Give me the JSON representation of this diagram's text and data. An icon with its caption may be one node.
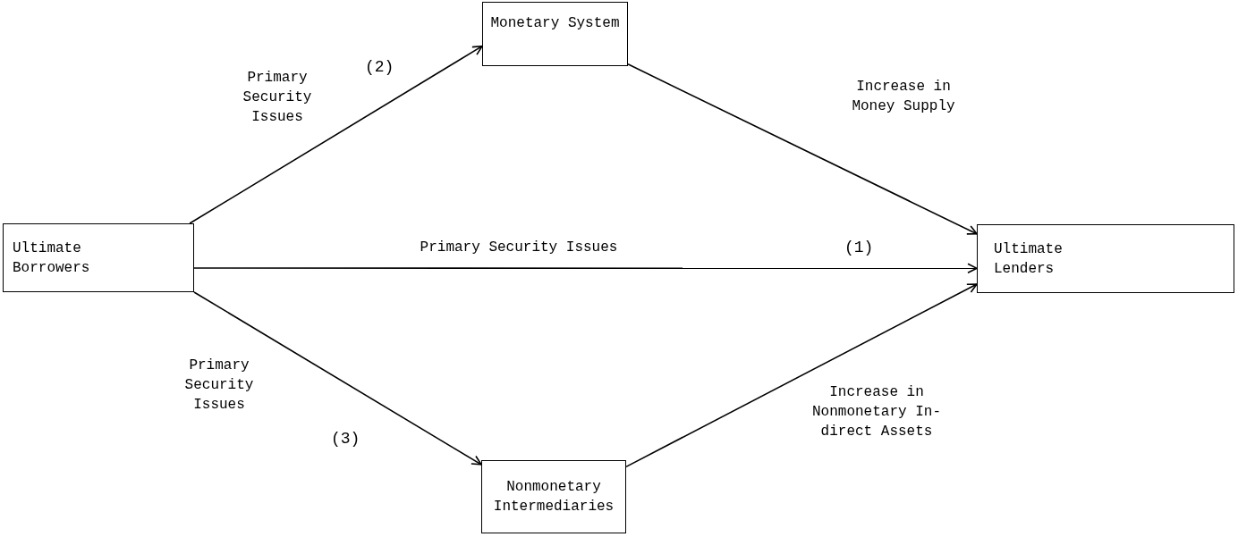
{
  "diagram": {
    "nodes": [
      {
        "text": [
          "Ultimate Borrowers"
        ]
      },
      {
        "text": [
          "Monetary System"
        ]
      },
      {
        "text": [
          "Ultimate Lenders"
        ]
      },
      {
        "text": [
          "Nonmonetary Intermediaries"
        ]
      }
    ],
    "edges": [
      {
        "from": 0,
        "to": 1,
        "arrow": "to",
        "label": "Primary Security Issues"
      },
      {
        "from": 0,
        "to": 2,
        "arrow": "to",
        "label": "Primary Security Issues"
      },
      {
        "from": 1,
        "to": 2,
        "arrow": "to",
        "label": "Increase in Money Supply"
      },
      {
        "from": 0,
        "to": 3,
        "arrow": "to",
        "label": "Primary Security Issues"
      },
      {
        "from": 3,
        "to": 2,
        "arrow": "to",
        "label": "Increase in Nonmonetary In- direct Assets"
      }
    ],
    "labels": [
      "(2)",
      "(1)",
      "(3)"
    ]
  }
}
